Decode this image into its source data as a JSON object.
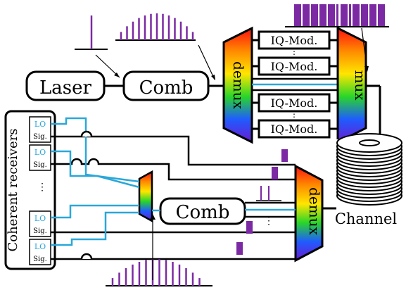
{
  "laser": "Laser",
  "comb_tx": "Comb",
  "comb_rx": "Comb",
  "demux_tx": "demux",
  "mux": "mux",
  "demux_rx": "demux",
  "iq_mod": [
    "IQ-Mod.",
    "IQ-Mod.",
    "IQ-Mod.",
    "IQ-Mod."
  ],
  "vdots": "⋮",
  "channel": "Channel",
  "receivers_label": "Coherent receivers",
  "lo": "LO",
  "sig": "Sig.",
  "colors": {
    "line": "#000000",
    "lo_line": "#2aa7d8",
    "spectrum": "#7b2aa3"
  }
}
